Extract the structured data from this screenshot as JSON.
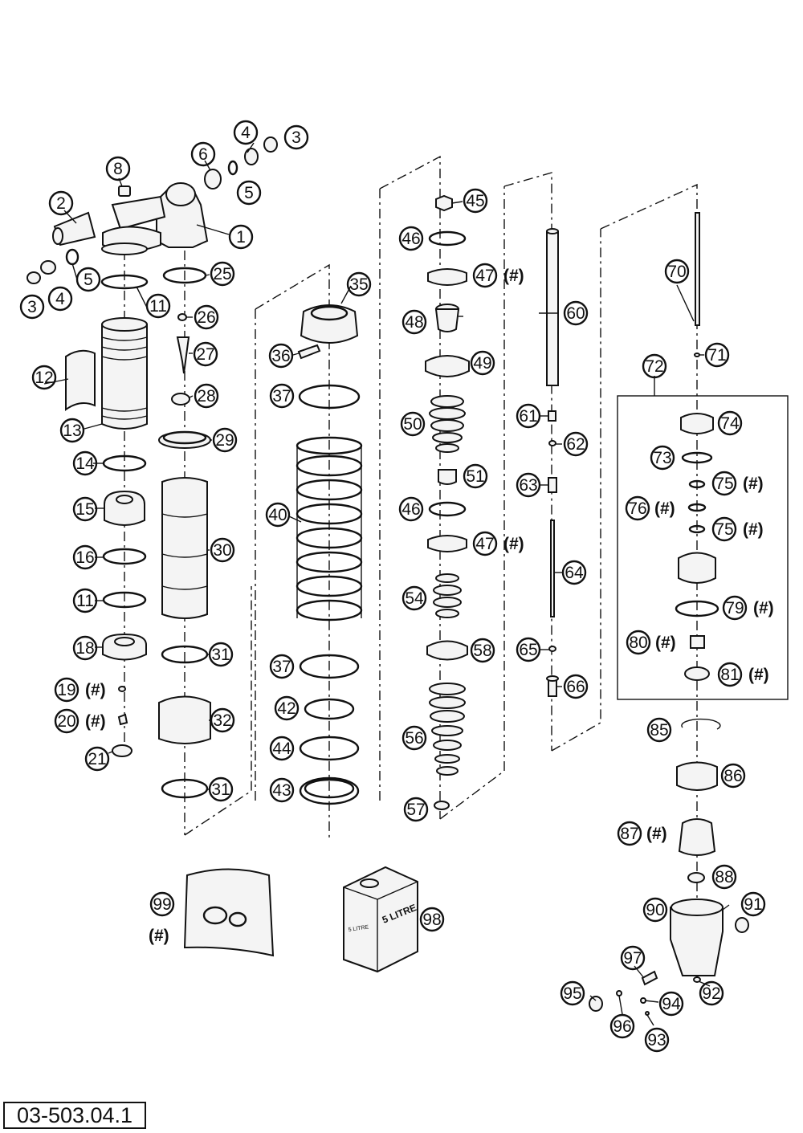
{
  "document_number": "03-503.04.1",
  "marker": "(#)",
  "container_label": "5 LITRE",
  "container_label_small": "5 LITRE",
  "labels": {
    "p1": "1",
    "p2": "2",
    "p3a": "3",
    "p3b": "3",
    "p4a": "4",
    "p4b": "4",
    "p5a": "5",
    "p5b": "5",
    "p6": "6",
    "p8": "8",
    "p11a": "11",
    "p11b": "11",
    "p12": "12",
    "p13": "13",
    "p14": "14",
    "p15": "15",
    "p16": "16",
    "p18": "18",
    "p19": "19",
    "p20": "20",
    "p21": "21",
    "p25": "25",
    "p26": "26",
    "p27": "27",
    "p28": "28",
    "p29": "29",
    "p30": "30",
    "p31a": "31",
    "p31b": "31",
    "p32": "32",
    "p35": "35",
    "p36": "36",
    "p37a": "37",
    "p37b": "37",
    "p40": "40",
    "p42": "42",
    "p43": "43",
    "p44": "44",
    "p45": "45",
    "p46a": "46",
    "p46b": "46",
    "p47a": "47",
    "p47b": "47",
    "p48": "48",
    "p49": "49",
    "p50": "50",
    "p51": "51",
    "p54": "54",
    "p56": "56",
    "p57": "57",
    "p58": "58",
    "p60": "60",
    "p61": "61",
    "p62": "62",
    "p63": "63",
    "p64": "64",
    "p65": "65",
    "p66": "66",
    "p70": "70",
    "p71": "71",
    "p72": "72",
    "p73": "73",
    "p74": "74",
    "p75a": "75",
    "p75b": "75",
    "p76": "76",
    "p79": "79",
    "p80": "80",
    "p81": "81",
    "p85": "85",
    "p86": "86",
    "p87": "87",
    "p88": "88",
    "p90": "90",
    "p91": "91",
    "p92": "92",
    "p93": "93",
    "p94": "94",
    "p95": "95",
    "p96": "96",
    "p97": "97",
    "p98": "98",
    "p99": "99"
  }
}
